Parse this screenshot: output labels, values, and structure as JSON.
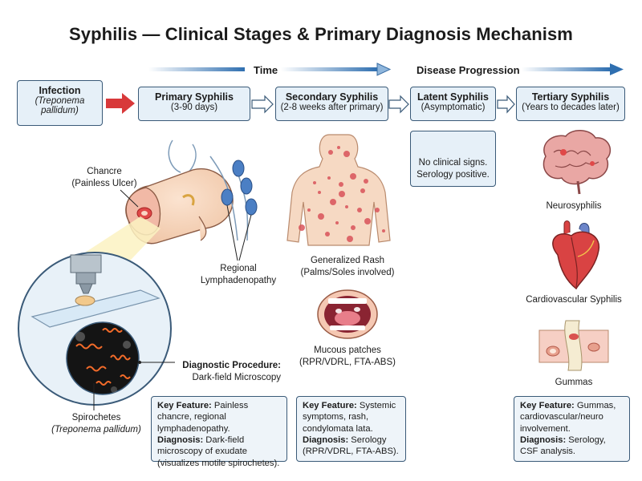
{
  "title": "Syphilis — Clinical Stages & Primary Diagnosis Mechanism",
  "axis": {
    "time": "Time",
    "progression": "Disease Progression"
  },
  "infection": {
    "name": "Infection",
    "organism": "(Treponema pallidum)",
    "organism_l1": "(Treponema",
    "organism_l2": "pallidum)"
  },
  "stages": [
    {
      "name": "Primary Syphilis",
      "sub": "(3-90 days)"
    },
    {
      "name": "Secondary Syphilis",
      "sub": "(2-8 weeks after primary)"
    },
    {
      "name": "Latent Syphilis",
      "sub": "(Asymptomatic)"
    },
    {
      "name": "Tertiary Syphilis",
      "sub": "(Years to decades later)"
    }
  ],
  "primary": {
    "chancre_l1": "Chancre",
    "chancre_l2": "(Painless Ulcer)",
    "lymph_l1": "Regional",
    "lymph_l2": "Lymphadenopathy",
    "spiro_l1": "Spirochetes",
    "spiro_l2": "(Treponema pallidum)",
    "proc_label": "Diagnostic Procedure:",
    "proc_value": "Dark-field Microscopy",
    "key_label": "Key Feature:",
    "key_text": " Painless chancre, regional lymphadenopathy.",
    "diag_label": "Diagnosis:",
    "diag_text": " Dark-field microscopy of exudate (visualizes motile spirochetes)."
  },
  "secondary": {
    "rash_l1": "Generalized Rash",
    "rash_l2": "(Palms/Soles involved)",
    "mucous_l1": "Mucous patches",
    "mucous_l2": "(RPR/VDRL, FTA-ABS)",
    "key_label": "Key Feature:",
    "key_text": " Systemic symptoms, rash, condylomata lata.",
    "diag_label": "Diagnosis:",
    "diag_text": " Serology (RPR/VDRL, FTA-ABS)."
  },
  "latent": {
    "l1": "No clinical signs.",
    "l2": "Serology positive."
  },
  "tertiary": {
    "neuro": "Neurosyphilis",
    "cardio": "Cardiovascular Syphilis",
    "gummas": "Gummas",
    "key_label": "Key Feature:",
    "key_text": " Gummas, cardiovascular/neuro involvement.",
    "diag_label": "Diagnosis:",
    "diag_text": " Serology, CSF analysis."
  },
  "colors": {
    "box_border": "#3a5a78",
    "box_fill": "#e6f0f8",
    "arrow_red": "#d8393a",
    "spirochete": "#f26b2a"
  },
  "icons": [
    "clock-icon",
    "microscope-icon",
    "brain-icon",
    "heart-icon",
    "mouth-icon",
    "torso-icon"
  ]
}
